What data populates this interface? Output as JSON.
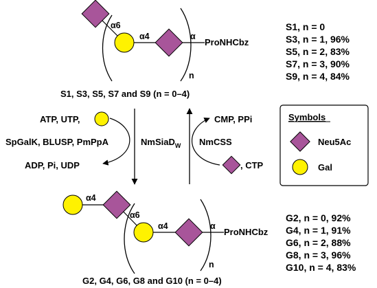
{
  "colors": {
    "neu5ac": "#a8559a",
    "gal": "#fff200",
    "stroke": "#000000"
  },
  "top_structure": {
    "linkage_a6": "α6",
    "linkage_a4": "α4",
    "linkage_a": "α",
    "aglycone": "ProNHCbz",
    "repeat_n": "n",
    "caption": "S1, S3, S5, S7 and S9 (n = 0–4)"
  },
  "top_list": [
    "S1, n = 0",
    "S3, n = 1, 96%",
    "S5, n = 2, 83%",
    "S7, n = 3, 90%",
    "S9, n = 4, 84%"
  ],
  "left_reaction": {
    "top_text": "ATP, UTP,",
    "middle_text": "SpGalK, BLUSP, PmPpA",
    "bottom_text": "ADP, Pi, UDP"
  },
  "enzyme_down": {
    "name": "NmSiaD",
    "subscript": "W"
  },
  "enzyme_up": {
    "name": "NmCSS"
  },
  "right_reaction": {
    "top_text": "CMP, PPi",
    "bottom_text": ", CTP"
  },
  "legend": {
    "title": "Symbols",
    "neu5ac_label": "Neu5Ac",
    "gal_label": "Gal"
  },
  "bottom_structure": {
    "linkage_a4_left": "α4",
    "linkage_a6": "α6",
    "linkage_a4": "α4",
    "linkage_a": "α",
    "aglycone": "ProNHCbz",
    "repeat_n": "n",
    "caption": "G2, G4, G6, G8 and G10 (n = 0–4)"
  },
  "bottom_list": [
    "G2, n = 0, 92%",
    "G4, n = 1, 91%",
    "G6, n = 2, 88%",
    "G8, n = 3, 96%",
    "G10, n = 4, 83%"
  ]
}
